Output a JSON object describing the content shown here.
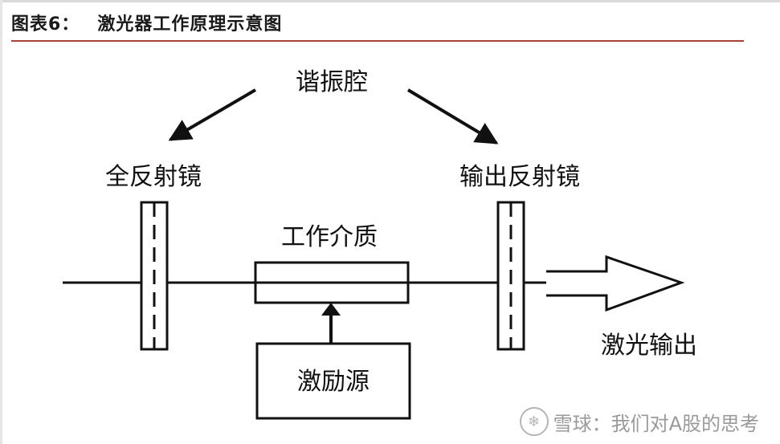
{
  "header": {
    "figure_label": "图表6：",
    "title": "激光器工作原理示意图"
  },
  "diagram": {
    "resonator": "谐振腔",
    "full_mirror": "全反射镜",
    "output_mirror": "输出反射镜",
    "medium": "工作介质",
    "pump": "激励源",
    "output": "激光输出"
  },
  "watermark": {
    "brand": "雪球",
    "separator": "：",
    "account": "我们对A股的思考"
  },
  "icons": {
    "watermark_logo": "snowball-logo-icon"
  }
}
